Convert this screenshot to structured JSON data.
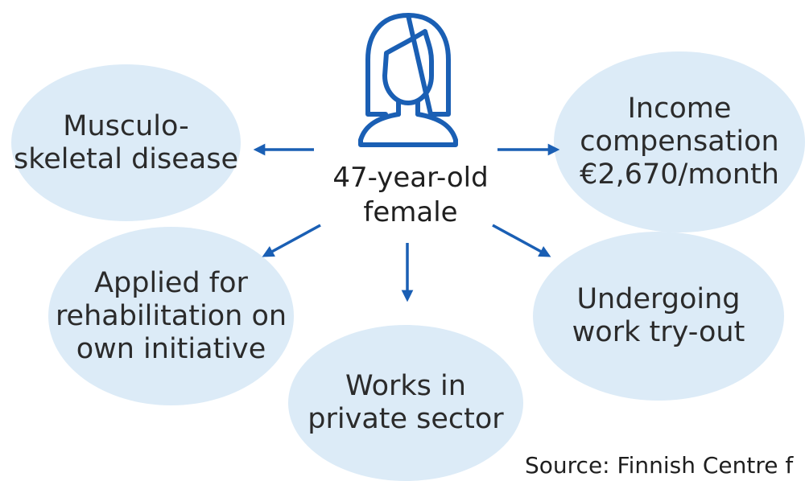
{
  "accent_color": "#1a5fb4",
  "bubble_color": "#dcebf7",
  "center": {
    "icon": "woman-icon",
    "label": "47-year-old\nfemale"
  },
  "bubbles": {
    "musculoskeletal": "Musculo-\nskeletal disease",
    "income": "Income\ncompensation\n€2,670/month",
    "applied": "Applied for\nrehabilitation on\nown initiative",
    "works": "Works in\nprivate sector",
    "undergoing": "Undergoing\nwork try-out"
  },
  "source": "Source: Finnish Centre f"
}
